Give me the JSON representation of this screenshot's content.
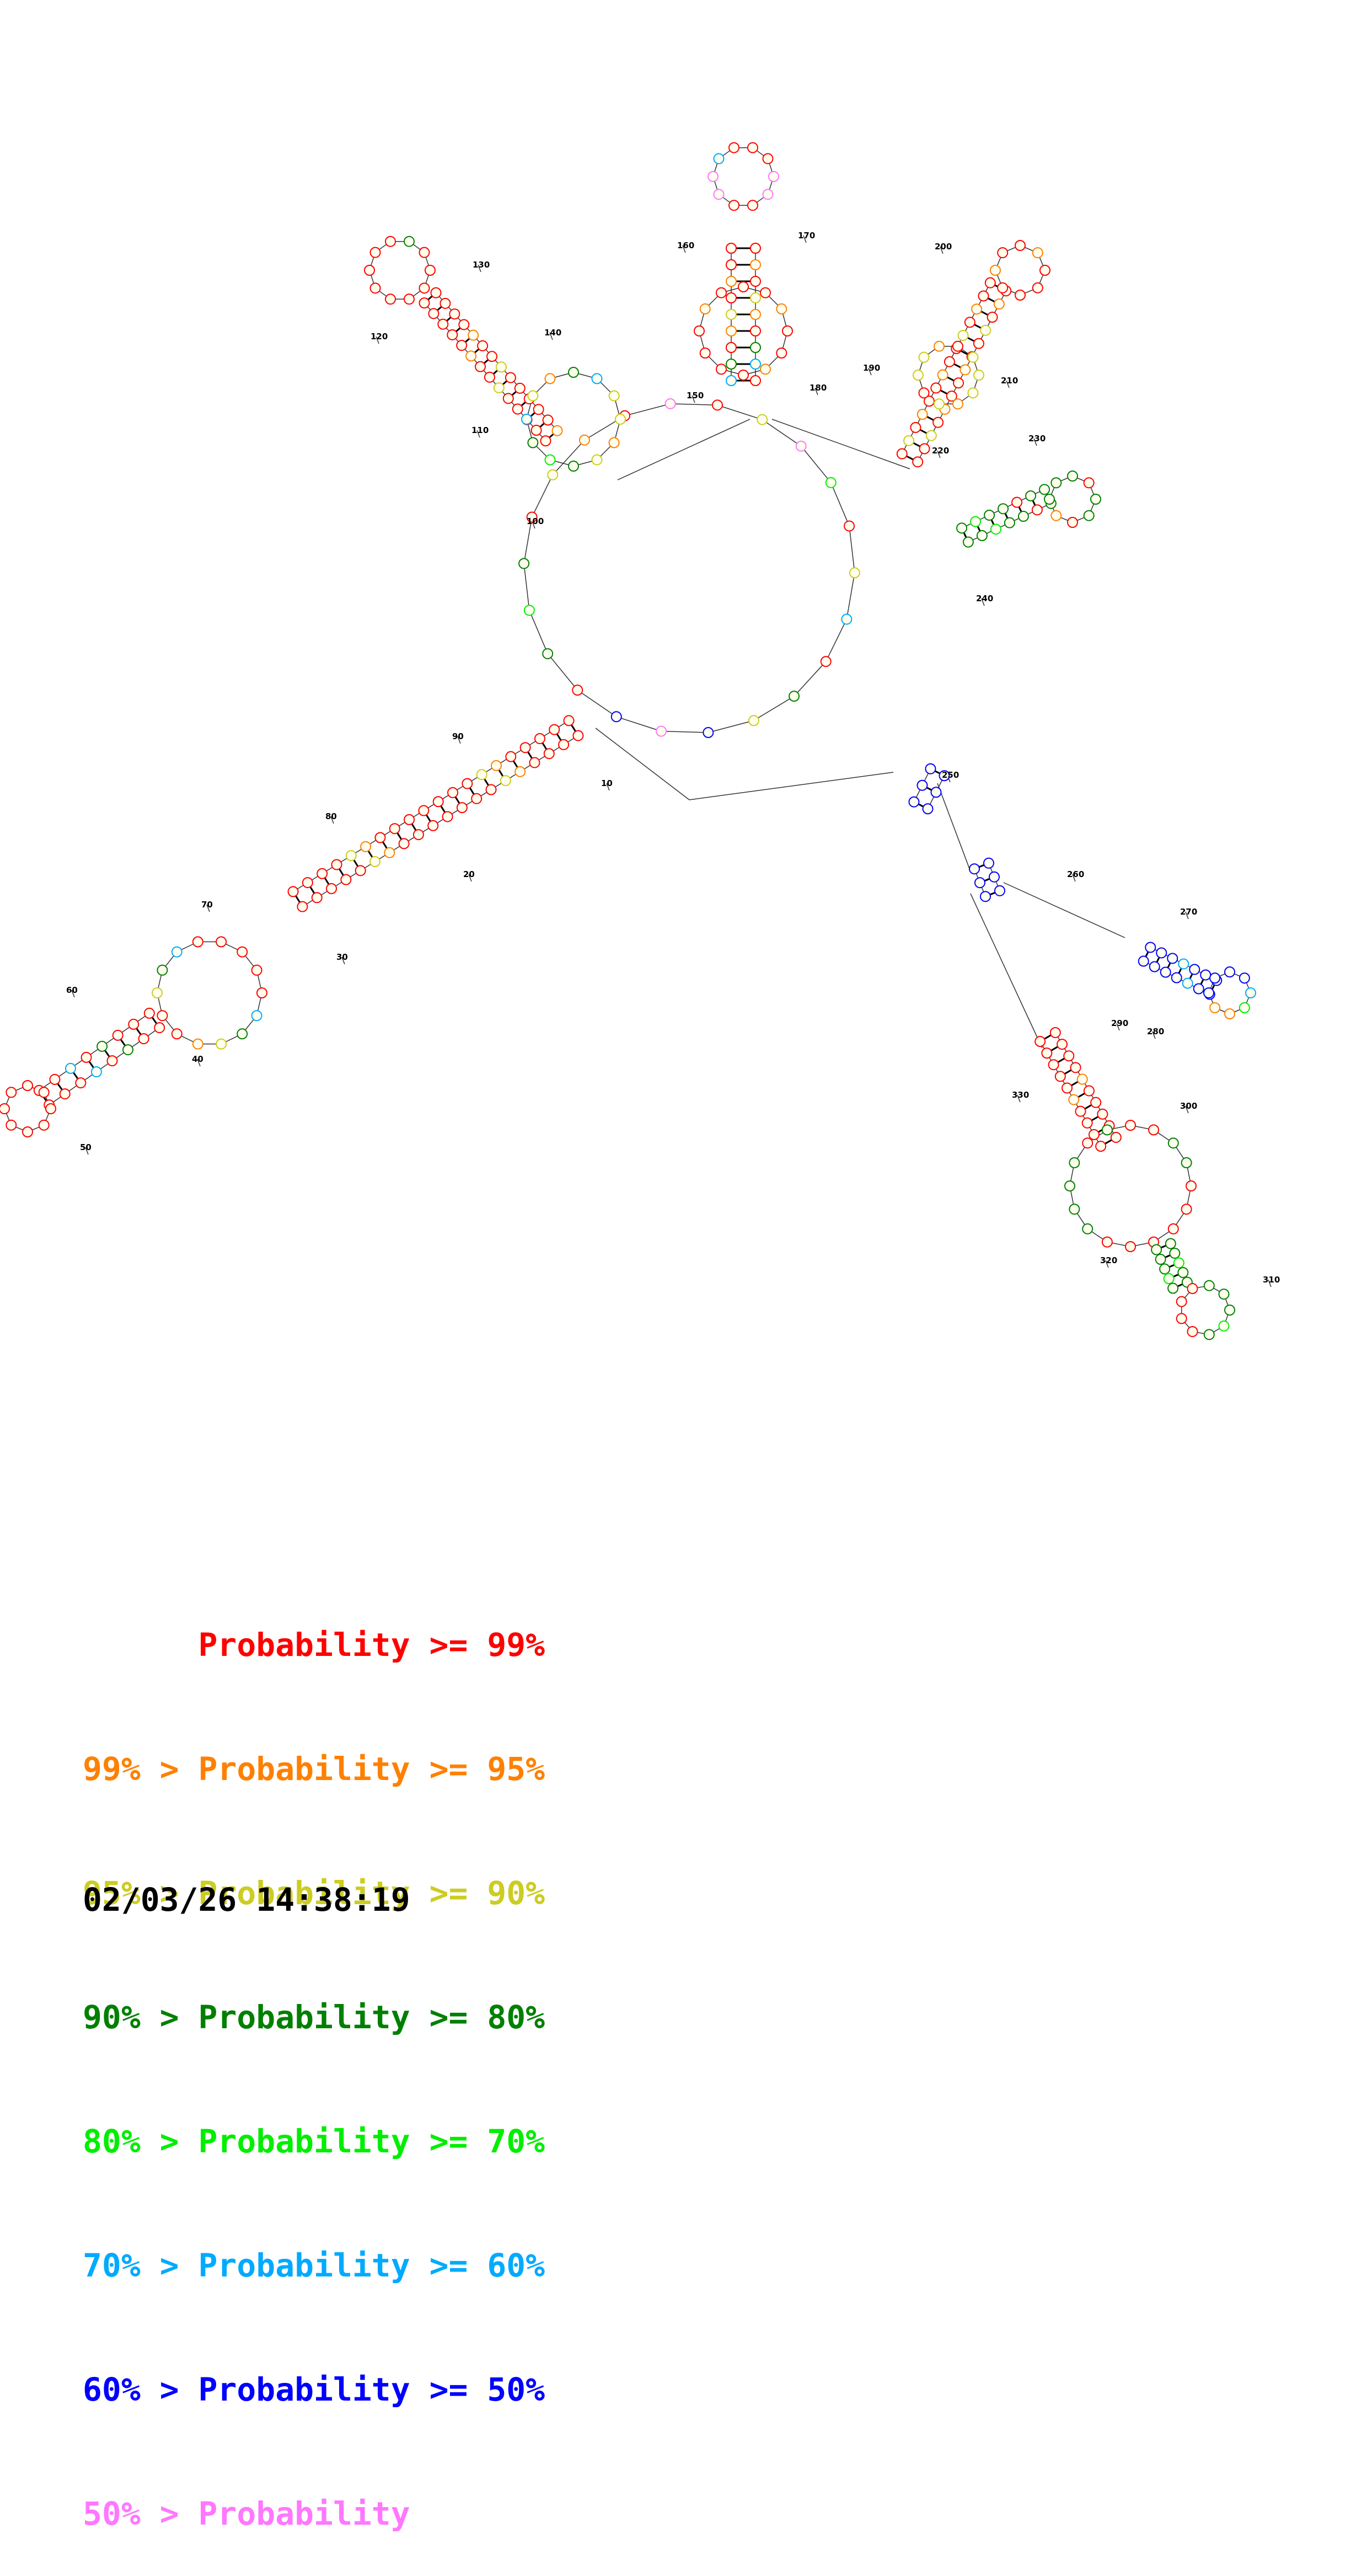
{
  "diagram": {
    "position_labels": [
      "10",
      "20",
      "30",
      "40",
      "50",
      "60",
      "70",
      "80",
      "90",
      "100",
      "110",
      "120",
      "130",
      "140",
      "150",
      "160",
      "170",
      "180",
      "190",
      "200",
      "210",
      "220",
      "230",
      "240",
      "250",
      "260",
      "270",
      "280",
      "290",
      "300",
      "310",
      "320",
      "330"
    ]
  },
  "legend": {
    "rows": [
      {
        "prefix": "",
        "label": "Probability",
        "op": ">=",
        "threshold": "99%",
        "color": "#ff0000"
      },
      {
        "prefix": "99% >",
        "label": "Probability",
        "op": ">=",
        "threshold": "95%",
        "color": "#ff8000"
      },
      {
        "prefix": "95% >",
        "label": "Probability",
        "op": ">=",
        "threshold": "90%",
        "color": "#cccc22"
      },
      {
        "prefix": "90% >",
        "label": "Probability",
        "op": ">=",
        "threshold": "80%",
        "color": "#008000"
      },
      {
        "prefix": "80% >",
        "label": "Probability",
        "op": ">=",
        "threshold": "70%",
        "color": "#00ee00"
      },
      {
        "prefix": "70% >",
        "label": "Probability",
        "op": ">=",
        "threshold": "60%",
        "color": "#00aaff"
      },
      {
        "prefix": "60% >",
        "label": "Probability",
        "op": ">=",
        "threshold": "50%",
        "color": "#0000ff"
      },
      {
        "prefix": "50% >",
        "label": "Probability",
        "op": "",
        "threshold": "",
        "color": "#ff77ff"
      }
    ]
  },
  "timestamp": "02/03/26 14:38:19"
}
